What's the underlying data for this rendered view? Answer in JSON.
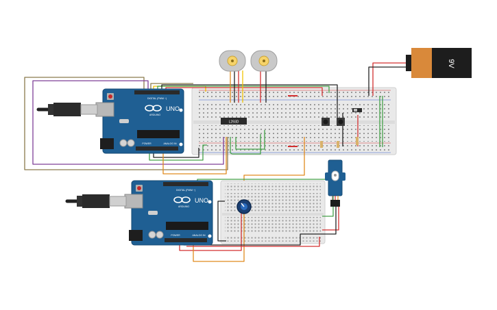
{
  "boards": [
    {
      "id": "arduino-1",
      "logo": "UNO",
      "brand": "ARDUINO",
      "digital_label": "DIGITAL (PWM ~)",
      "power_label": "POWER",
      "analog_label": "ANALOG IN"
    },
    {
      "id": "arduino-2",
      "logo": "UNO",
      "brand": "ARDUINO",
      "digital_label": "DIGITAL (PWM ~)",
      "power_label": "POWER",
      "analog_label": "ANALOG IN"
    }
  ],
  "battery": {
    "label": "9V"
  },
  "driver_chip": {
    "label": "L293D"
  },
  "components": [
    "dc-motor-left",
    "dc-motor-right",
    "push-button-1",
    "push-button-2",
    "slide-switch",
    "resistor-1",
    "resistor-2",
    "resistor-3",
    "potentiometer",
    "servo-motor",
    "breadboard-large",
    "breadboard-small",
    "usb-cable-1",
    "usb-cable-2"
  ],
  "colors": {
    "arduino_blue": "#1f5f93",
    "breadboard": "#e9e9e9",
    "wire_red": "#d32f2f",
    "wire_black": "#222222",
    "wire_green": "#43a047",
    "wire_orange": "#e08a1e",
    "wire_purple": "#7e3f98",
    "wire_brown": "#8a7a4c",
    "wire_yellow": "#f2c200",
    "battery_orange": "#d9893a",
    "battery_black": "#1d1d1d"
  }
}
